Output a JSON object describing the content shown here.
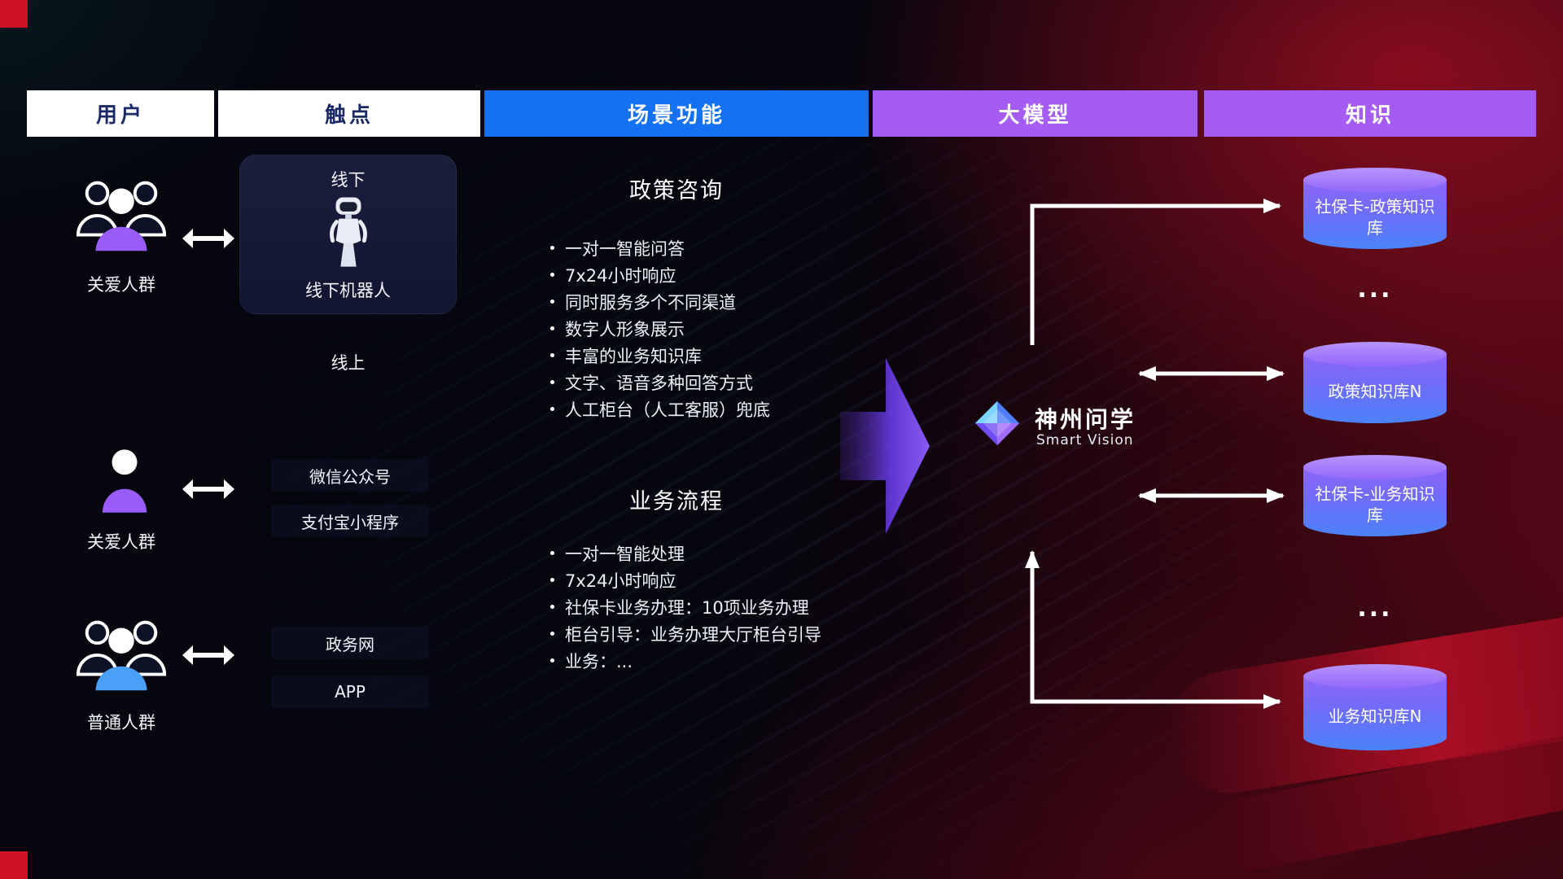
{
  "colors": {
    "header-blue": "#1472f2",
    "header-purple": "#a55cf3",
    "header-text-dark": "#1b2a66",
    "corner-red": "#cf1126",
    "flow-arrow-purple": "#8b5cf6",
    "cyl-cap": "#b793fc",
    "cyl-body-top": "#8f66f8",
    "cyl-body-bottom": "#4b82f8",
    "user-purple": "#9a5cf8",
    "user-blue": "#4aa0f6",
    "connector-white": "#ffffff"
  },
  "header": {
    "columns": [
      {
        "label": "用户"
      },
      {
        "label": "触点"
      },
      {
        "label": "场景功能"
      },
      {
        "label": "大模型"
      },
      {
        "label": "知识"
      }
    ]
  },
  "users": [
    {
      "label": "关爱人群"
    },
    {
      "label": "关爱人群"
    },
    {
      "label": "普通人群"
    }
  ],
  "touchpoints": {
    "offline_title": "线下",
    "offline_robot_label": "线下机器人",
    "online_title": "线上",
    "channels": [
      "微信公众号",
      "支付宝小程序",
      "政务网",
      "APP"
    ]
  },
  "scenarios": [
    {
      "title": "政策咨询",
      "items": [
        "一对一智能问答",
        "7x24小时响应",
        "同时服务多个不同渠道",
        "数字人形象展示",
        "丰富的业务知识库",
        "文字、语音多种回答方式",
        "人工柜台（人工客服）兜底"
      ]
    },
    {
      "title": "业务流程",
      "items": [
        "一对一智能处理",
        "7x24小时响应",
        "社保卡业务办理：10项业务办理",
        "柜台引导：业务办理大厅柜台引导",
        "业务：..."
      ]
    }
  ],
  "model": {
    "name": "神州问学",
    "subtitle": "Smart Vision"
  },
  "knowledge": {
    "items": [
      {
        "type": "db",
        "label": "社保卡-政策知识库"
      },
      {
        "type": "dots",
        "label": "..."
      },
      {
        "type": "db",
        "label": "政策知识库N"
      },
      {
        "type": "db",
        "label": "社保卡-业务知识库"
      },
      {
        "type": "dots",
        "label": "..."
      },
      {
        "type": "db",
        "label": "业务知识库N"
      }
    ]
  }
}
